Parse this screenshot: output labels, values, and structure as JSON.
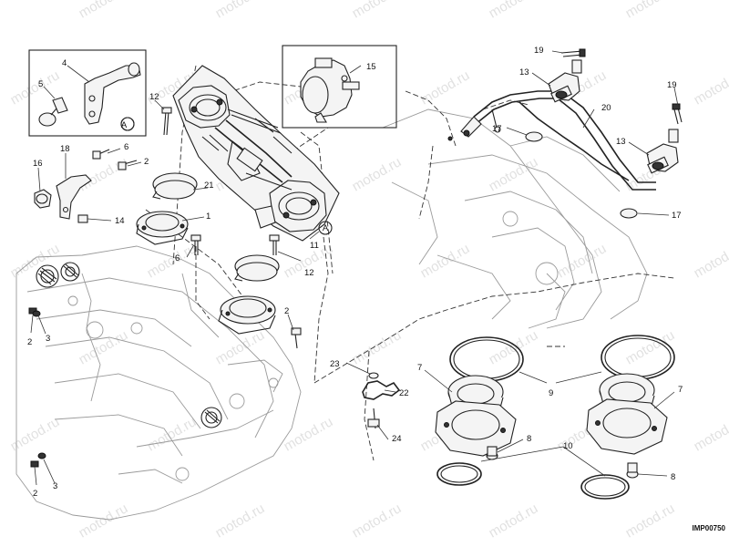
{
  "watermark": "motod.ru",
  "drawing_code": "IMP00750",
  "detail_marker": "A",
  "part_numbers": {
    "p1": "1",
    "p2": "2",
    "p3": "3",
    "p4": "4",
    "p5": "5",
    "p6": "6",
    "p7": "7",
    "p8": "8",
    "p9": "9",
    "p10": "10",
    "p11": "11",
    "p12": "12",
    "p13": "13",
    "p14": "14",
    "p15": "15",
    "p16": "16",
    "p17": "17",
    "p18": "18",
    "p19": "19",
    "p20": "20",
    "p21": "21",
    "p22": "22",
    "p23": "23",
    "p24": "24"
  },
  "colors": {
    "line": "#222222",
    "watermark": "#c9c9c9",
    "background": "#ffffff"
  }
}
